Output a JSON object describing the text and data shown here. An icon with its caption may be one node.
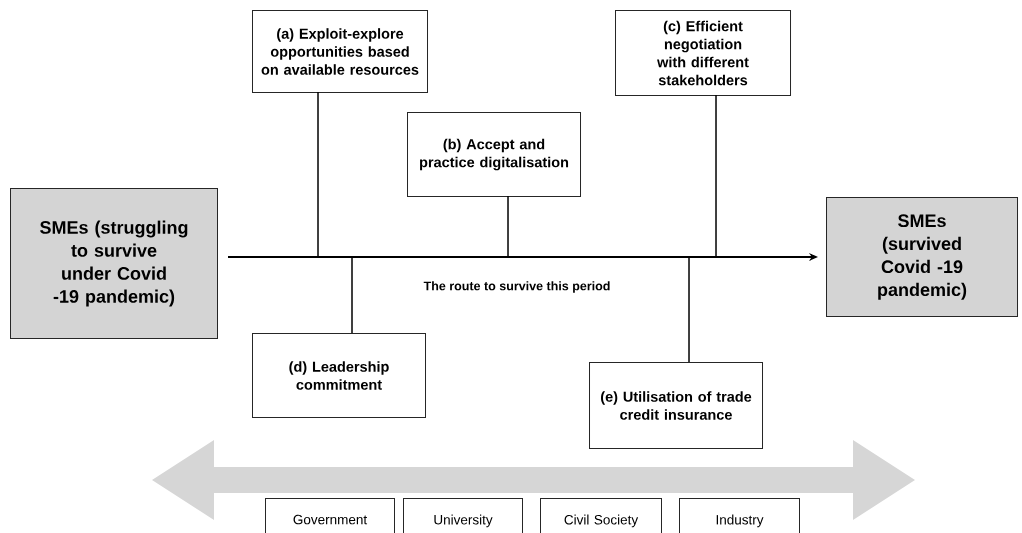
{
  "diagram": {
    "nodes": [
      {
        "text": [
          "SMEs (struggling to survive under Covid -19 pandemic)"
        ]
      },
      {
        "text": [
          "SMEs (survived Covid -19 pandemic)"
        ]
      },
      {
        "text": [
          "(a) Exploit-explore opportunities based on available resources"
        ]
      },
      {
        "text": [
          "(b) Accept and practice digitalisation"
        ]
      },
      {
        "text": [
          "(c) Efficient negotiation with different stakeholders"
        ]
      },
      {
        "text": [
          "(d) Leadership commitment"
        ]
      },
      {
        "text": [
          "(e) Utilisation of trade credit insurance"
        ]
      },
      {
        "text": [
          "Government"
        ]
      },
      {
        "text": [
          "University"
        ]
      },
      {
        "text": [
          "Civil Society"
        ]
      },
      {
        "text": [
          "Industry"
        ]
      }
    ],
    "edges": [
      {
        "from": 0,
        "to": 1,
        "arrow": "to",
        "label": "The route to survive this period"
      },
      {
        "from": 2,
        "to": null,
        "arrow": "none"
      },
      {
        "from": 3,
        "to": null,
        "arrow": "none"
      },
      {
        "from": 4,
        "to": null,
        "arrow": "none"
      },
      {
        "from": 5,
        "to": null,
        "arrow": "none"
      },
      {
        "from": 6,
        "to": null,
        "arrow": "none"
      }
    ]
  }
}
